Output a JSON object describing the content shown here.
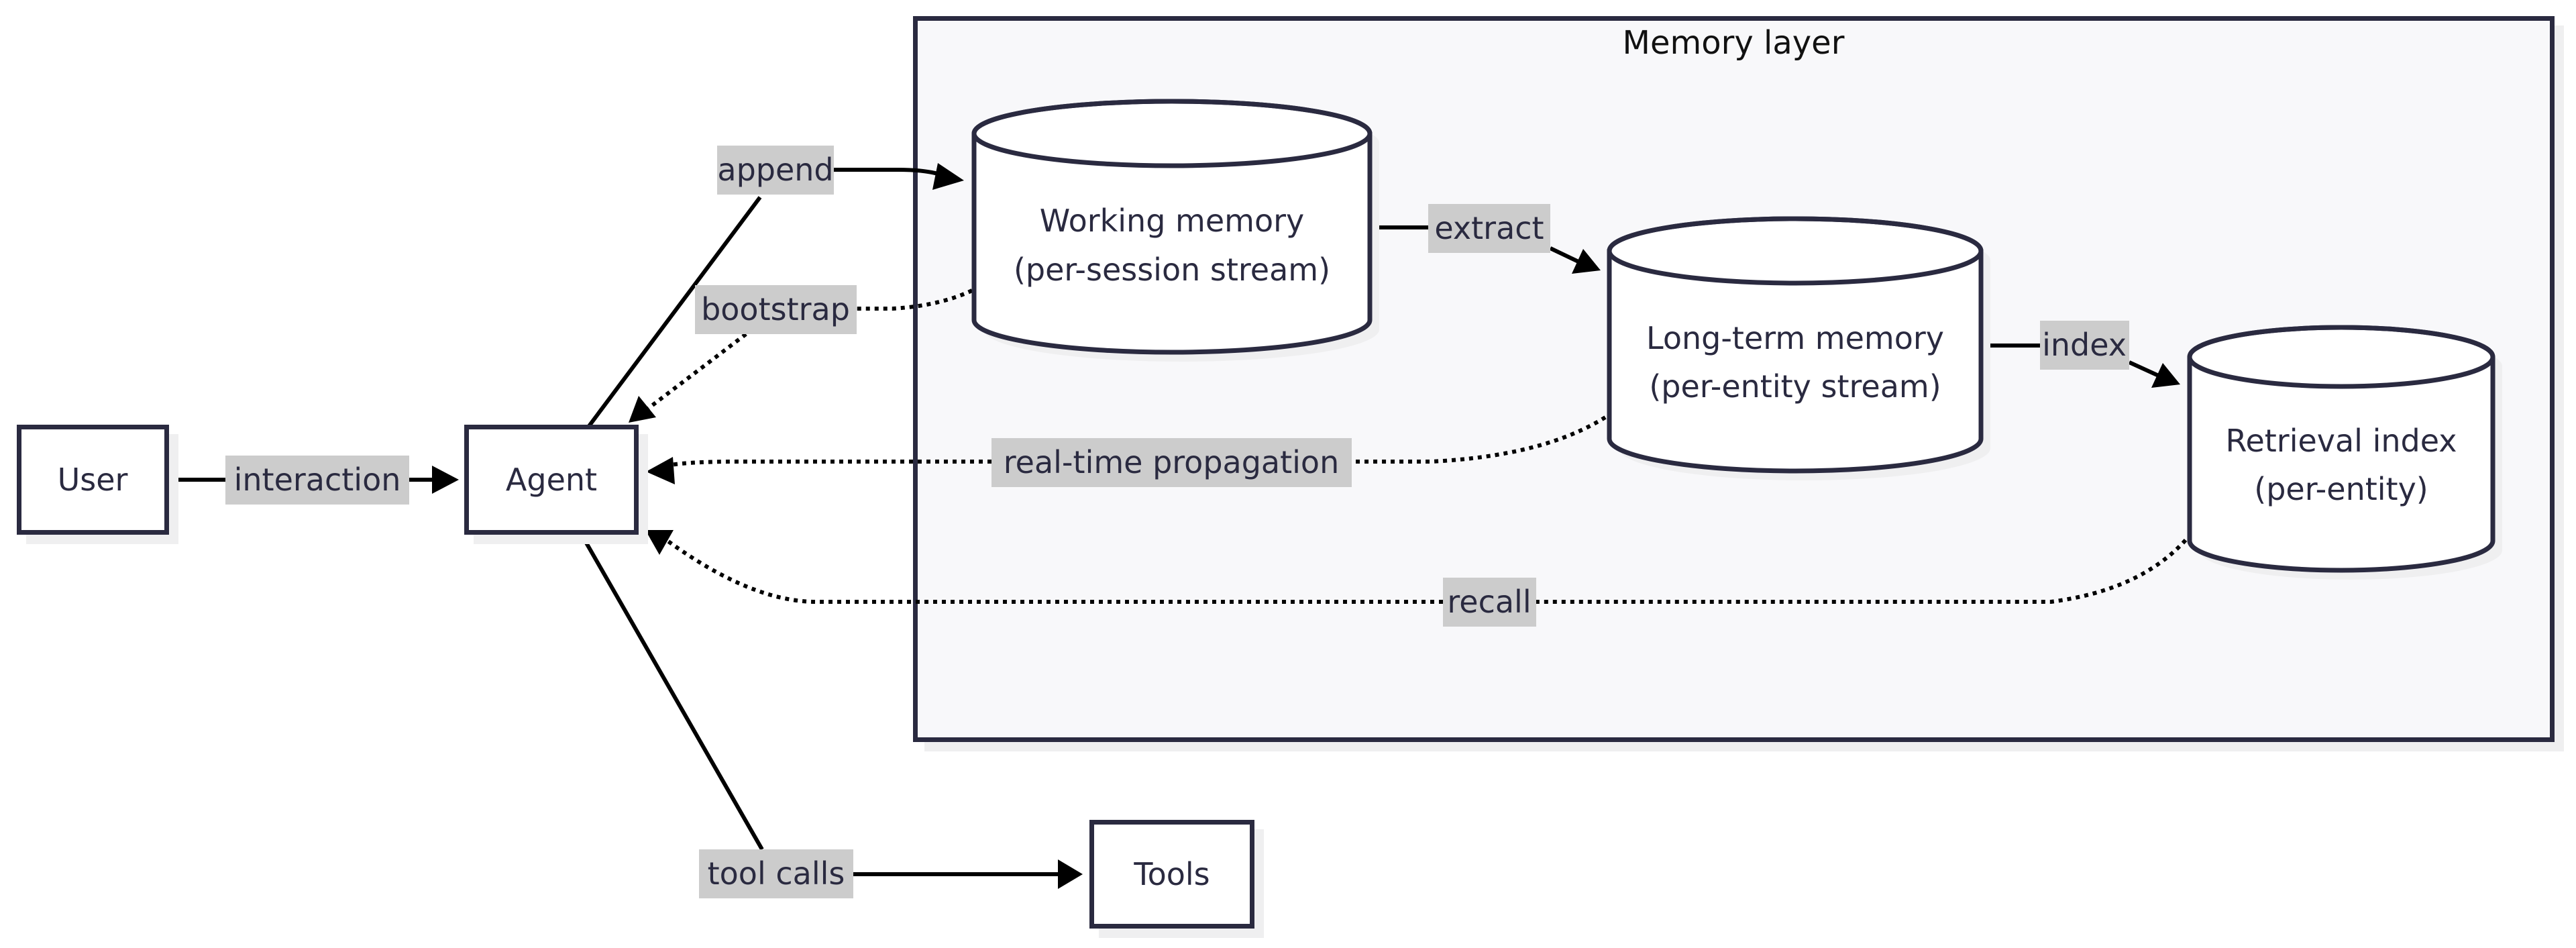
{
  "diagram": {
    "type": "flowchart",
    "colors": {
      "node_stroke": "#2a2a40",
      "node_fill": "#ffffff",
      "group_fill": "#f8f8fa",
      "edge_label_bg": "#cccccc",
      "edge_color": "#000000"
    },
    "group": {
      "id": "memory-layer",
      "title": "Memory layer"
    },
    "nodes": {
      "user": {
        "label": "User",
        "shape": "rectangle"
      },
      "agent": {
        "label": "Agent",
        "shape": "rectangle"
      },
      "tools": {
        "label": "Tools",
        "shape": "rectangle"
      },
      "working_memory": {
        "shape": "cylinder",
        "lines": [
          "Working memory",
          "(per-session stream)"
        ]
      },
      "long_term_memory": {
        "shape": "cylinder",
        "lines": [
          "Long-term memory",
          "(per-entity stream)"
        ]
      },
      "retrieval_index": {
        "shape": "cylinder",
        "lines": [
          "Retrieval index",
          "(per-entity)"
        ]
      }
    },
    "edges": {
      "interaction": {
        "label": "interaction",
        "from": "User",
        "to": "Agent",
        "style": "solid"
      },
      "append": {
        "label": "append",
        "from": "Agent",
        "to": "Working memory",
        "style": "solid"
      },
      "bootstrap": {
        "label": "bootstrap",
        "from": "Working memory",
        "to": "Agent",
        "style": "dotted"
      },
      "extract": {
        "label": "extract",
        "from": "Working memory",
        "to": "Long-term memory",
        "style": "solid"
      },
      "index": {
        "label": "index",
        "from": "Long-term memory",
        "to": "Retrieval index",
        "style": "solid"
      },
      "realtime": {
        "label": "real-time propagation",
        "from": "Long-term memory",
        "to": "Agent",
        "style": "dotted"
      },
      "recall": {
        "label": "recall",
        "from": "Retrieval index",
        "to": "Agent",
        "style": "dotted"
      },
      "tool_calls": {
        "label": "tool calls",
        "from": "Agent",
        "to": "Tools",
        "style": "solid"
      }
    }
  }
}
